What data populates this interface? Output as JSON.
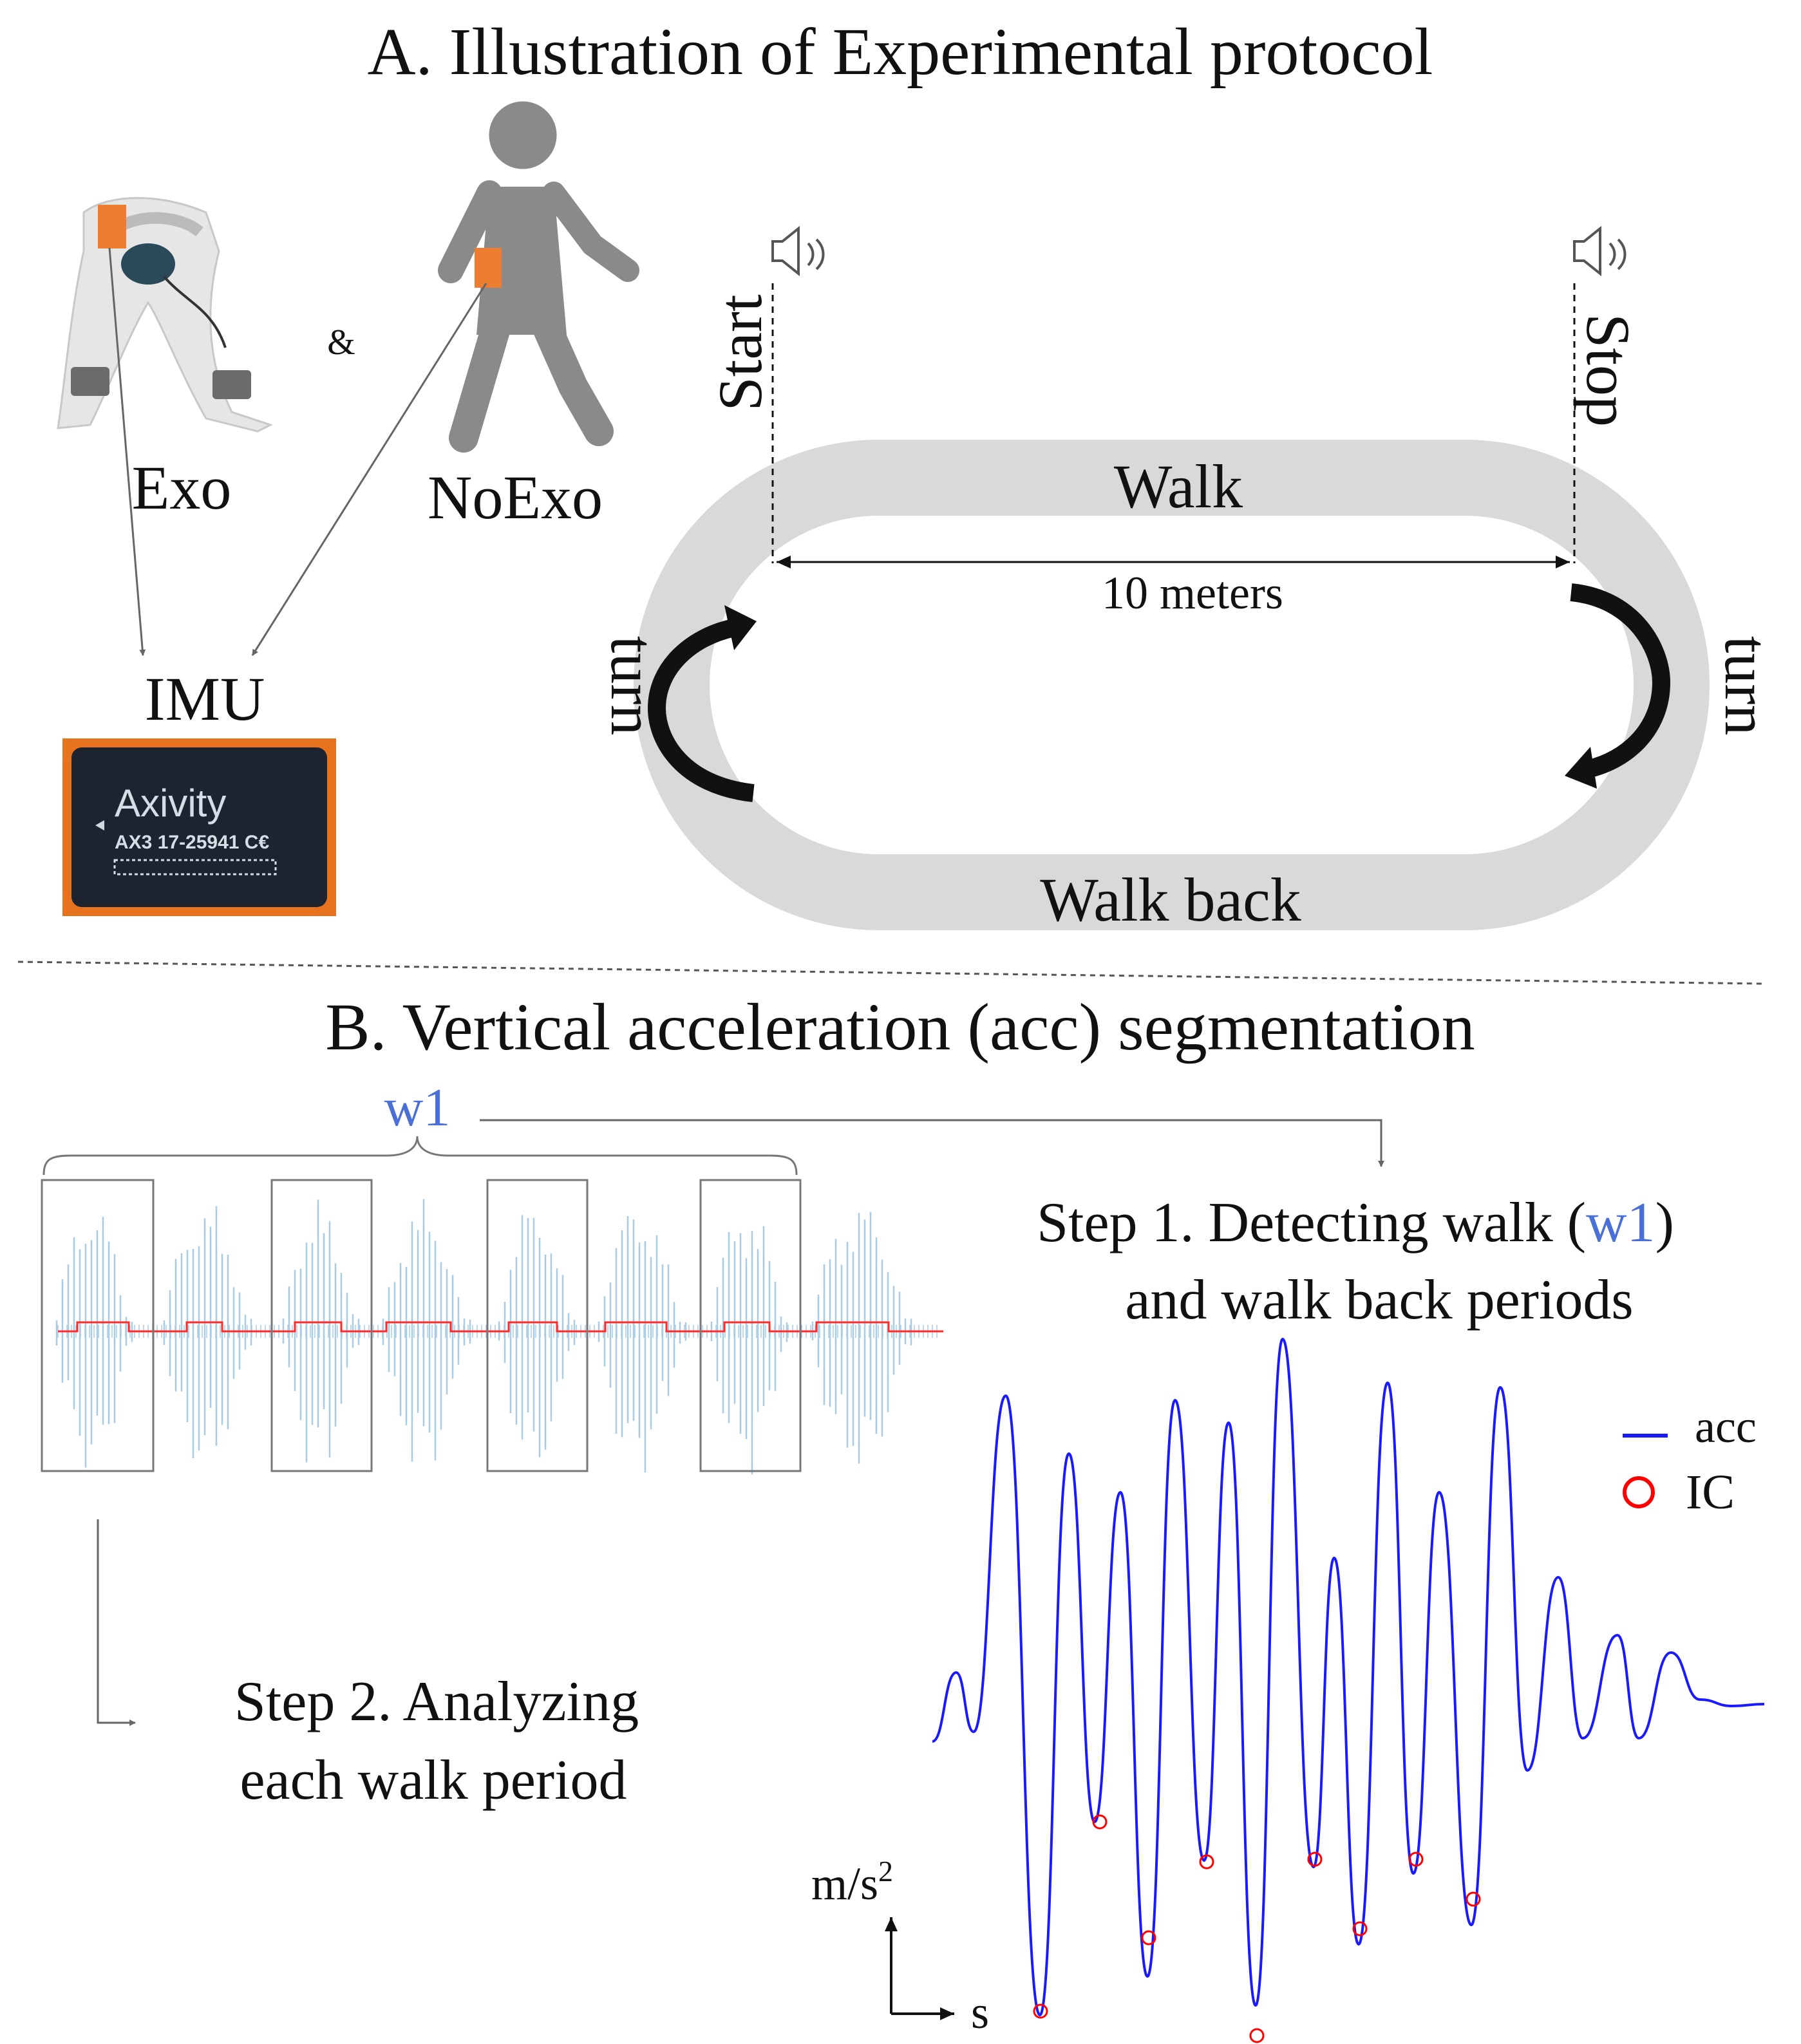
{
  "section_a": {
    "title": "A. Illustration of Experimental protocol",
    "exo_label": "Exo",
    "ampersand": "&",
    "noexo_label": "NoExo",
    "imu_label": "IMU",
    "imu_device": {
      "brand": "Axivity",
      "model_line": "AX3 17-25941 C€"
    },
    "track": {
      "start": "Start",
      "stop": "Stop",
      "walk": "Walk",
      "distance": "10 meters",
      "turn_left": "turn",
      "turn_right": "turn",
      "walk_back": "Walk back"
    }
  },
  "section_b": {
    "title": "B. Vertical acceleration (acc) segmentation",
    "w1_label": "w1",
    "step1_line1_prefix": "Step 1. Detecting walk (",
    "step1_line1_w1": "w1",
    "step1_line1_suffix": ")",
    "step1_line2": "and walk back periods",
    "step2_line1": "Step 2. Analyzing",
    "step2_line2": "each walk period",
    "legend": {
      "acc": "acc",
      "ic": "IC"
    },
    "axis_y_unit": "m/s",
    "axis_y_sup": "2",
    "axis_x_unit": "s"
  },
  "colors": {
    "acc_line": "#1a1aff",
    "ic_marker": "#ff0000",
    "signal_overview": "#a8cce4",
    "segmentation_line": "#ff2b2b",
    "track_gray": "#d9d9d9",
    "imu_border": "#e8731e",
    "sensor_orange": "#ed7d31",
    "person_gray": "#8a8a8a",
    "w1_blue": "#4a6fd6"
  }
}
